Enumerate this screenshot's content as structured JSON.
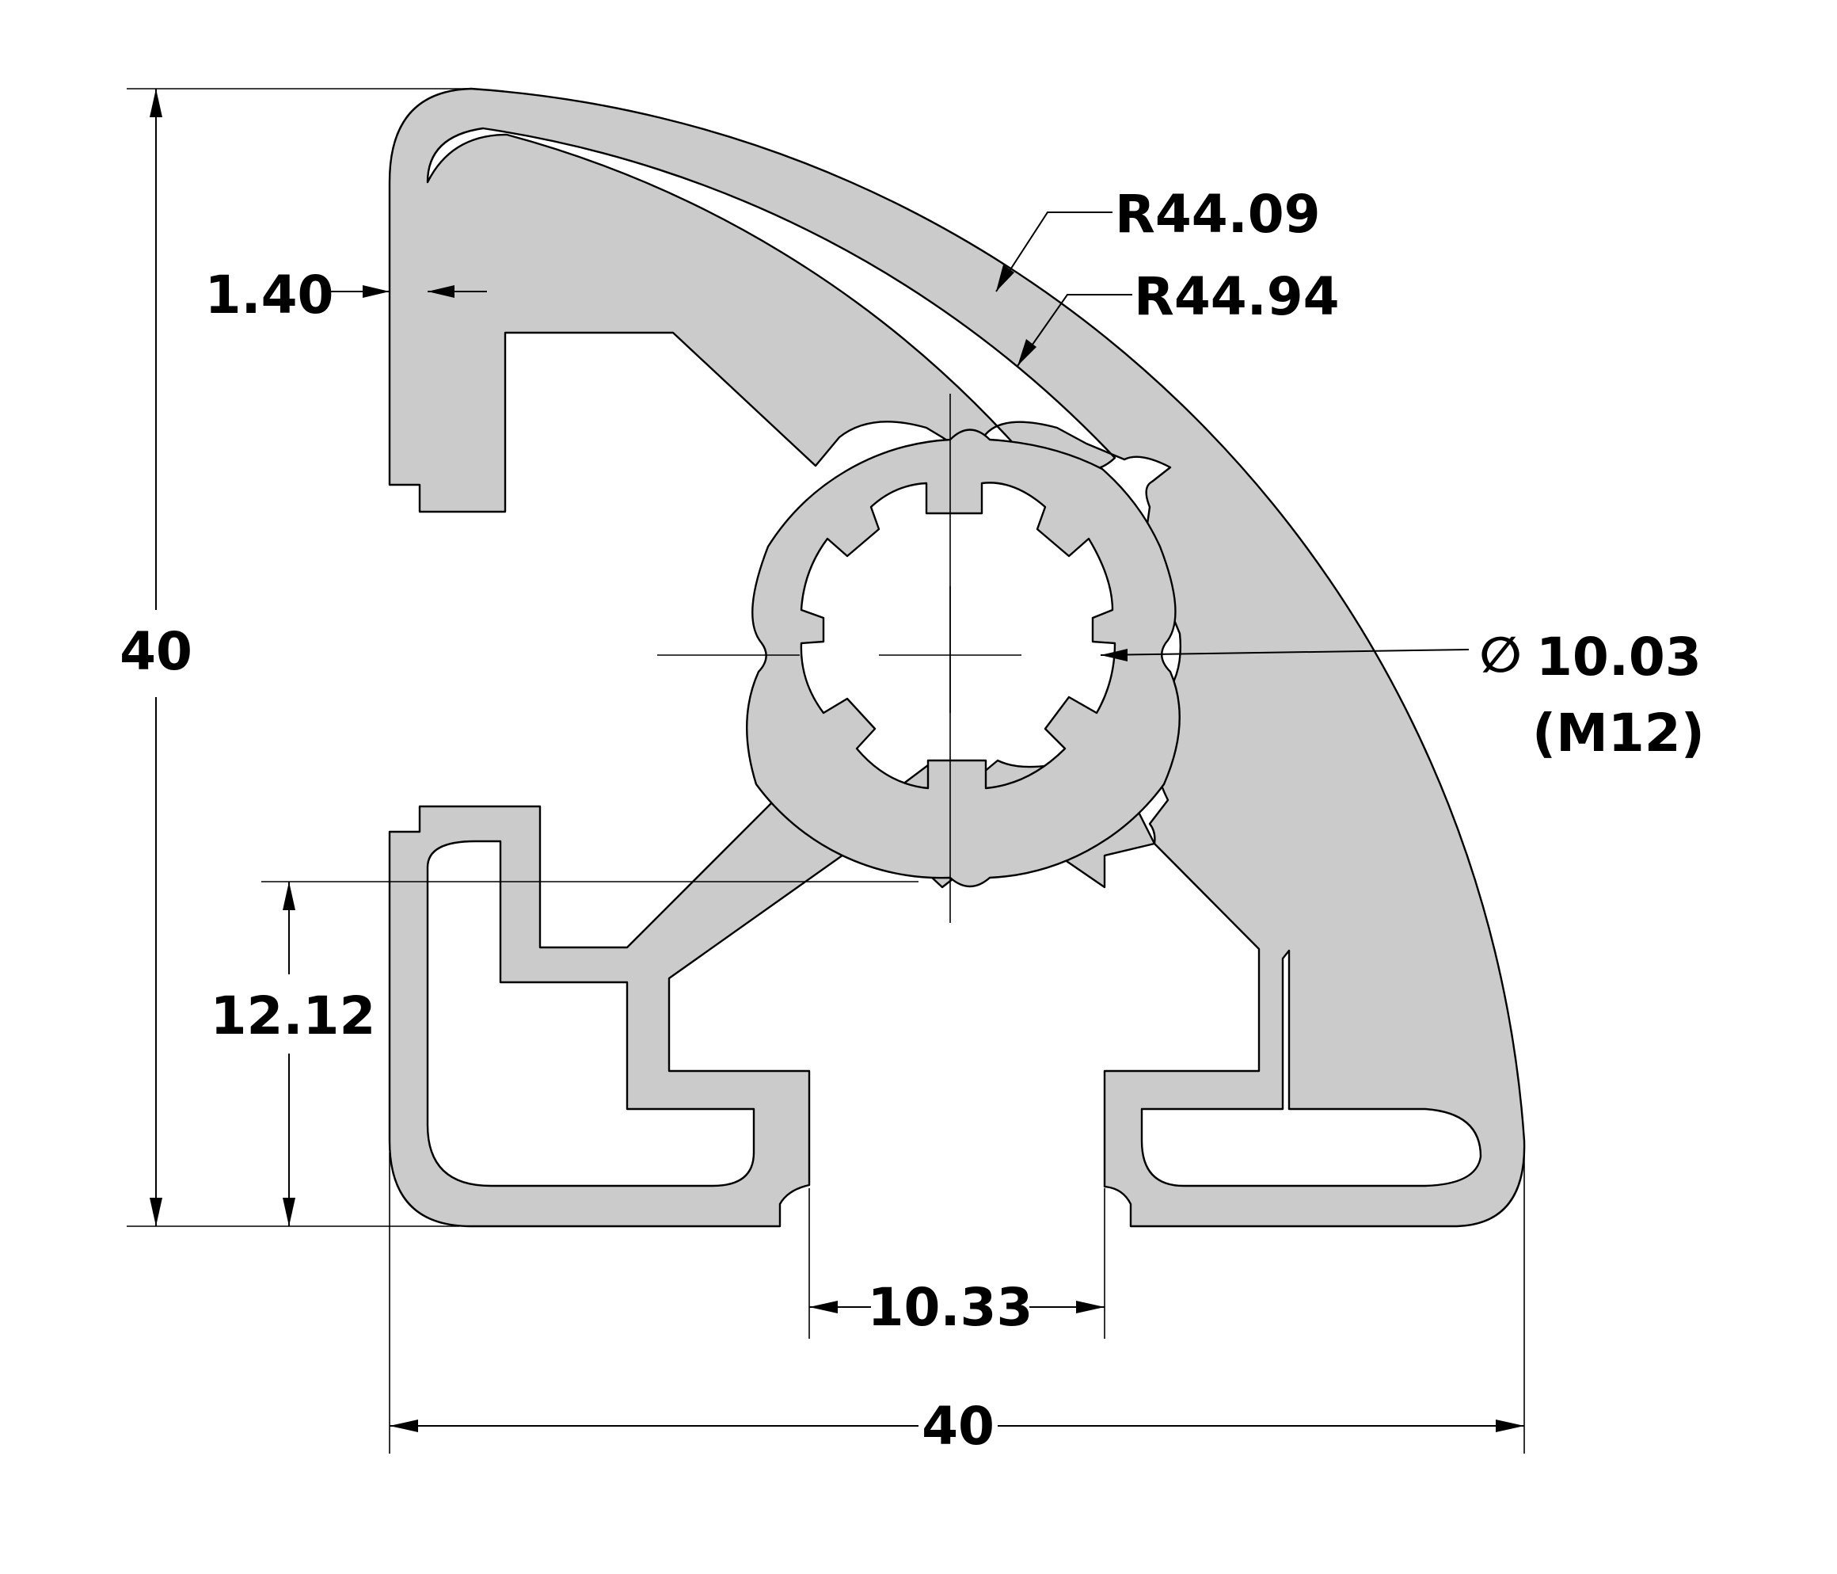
{
  "drawing": {
    "colors": {
      "profile_fill": "#cbcbcb",
      "outline": "#000000",
      "background": "#ffffff"
    },
    "dimensions": {
      "height_total": "40",
      "width_total": "40",
      "wall_thickness": "1.40",
      "outer_radius": "R44.09",
      "inner_radius": "R44.94",
      "bore_diameter_symbol": "∅",
      "bore_diameter": "10.03",
      "bore_thread": "(M12)",
      "slot_offset": "12.12",
      "slot_width": "10.33"
    }
  }
}
